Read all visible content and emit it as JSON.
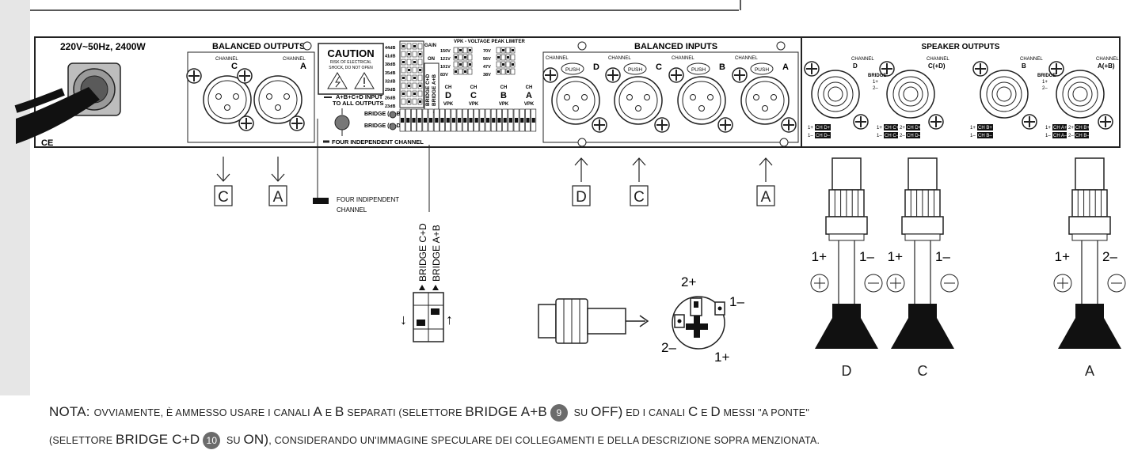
{
  "panel": {
    "power_label": "220V~50Hz, 2400W",
    "balanced_outputs_title": "BALANCED OUTPUTS",
    "channel_word": "CHANNEL",
    "out_channels": [
      "C",
      "A"
    ],
    "caution_title": "CAUTION",
    "caution_line1": "RISK OF ELECTRICAL",
    "caution_line2": "SHOCK, DO NOT OPEN",
    "input_switch_line1": "A+B+C+D INPUT",
    "input_switch_line2": "TO ALL OUTPUTS",
    "four_independent": "FOUR INDEPENDENT CHANNEL",
    "gain_title": "GAIN",
    "gain_on": "ON",
    "gain_values": [
      "44dB",
      "41dB",
      "38dB",
      "35dB",
      "32dB",
      "29dB",
      "26dB",
      "23dB"
    ],
    "bridge_ab_label": "BRIDGE (A+B)",
    "bridge_cd_label": "BRIDGE (C+D)",
    "bridge_vertical_cd": "BRIDGE C+D",
    "bridge_vertical_ab": "BRIDGE A+B",
    "vpk_title": "VPK - VOLTAGE PEAK LIMITER",
    "vpk_left_values": [
      "150V",
      "121V",
      "101V",
      "83V"
    ],
    "vpk_right_values": [
      "70V",
      "56V",
      "47V",
      "38V"
    ],
    "vpk_channels": [
      "D",
      "C",
      "B",
      "A"
    ],
    "ch_word": "CH",
    "vpk_word": "VPK",
    "balanced_inputs_title": "BALANCED INPUTS",
    "in_channels": [
      "D",
      "C",
      "B",
      "A"
    ],
    "push_label": "PUSH",
    "speaker_outputs_title": "SPEAKER OUTPUTS",
    "speaker_channels": [
      "D",
      "C(+D)",
      "B",
      "A(+B)"
    ],
    "bridge_word": "BRIDGE",
    "bridge_pins": [
      "1+",
      "2–"
    ],
    "spk_left_labels": [
      {
        "a": "1+",
        "b": "CH D+",
        "c": "1–",
        "d": "CH D–"
      },
      {
        "a": "1+",
        "b": "CH B+",
        "c": "1–",
        "d": "CH B–"
      }
    ],
    "spk_right_labels": [
      {
        "a": "1+",
        "b": "CH C+",
        "c": "2+",
        "d": "CH D+",
        "e": "1–",
        "f": "CH C–",
        "g": "2–",
        "h": "CH D–"
      },
      {
        "a": "1+",
        "b": "CH A+",
        "c": "2+",
        "d": "CH B+",
        "e": "1–",
        "f": "CH A–",
        "g": "2–",
        "h": "CH B–"
      }
    ],
    "ce_mark": "CE"
  },
  "wiring": {
    "out_boxes": [
      "C",
      "A"
    ],
    "in_boxes": [
      "D",
      "C",
      "A"
    ],
    "switch_label_line1": "FOUR INDIPENDENT",
    "switch_label_line2": "CHANNEL",
    "bridge_cd": "BRIDGE C+D",
    "bridge_ab": "BRIDGE A+B",
    "speakon_pins": {
      "p2plus": "2+",
      "p1minus": "1–",
      "p2minus": "2–",
      "p1plus": "1+"
    },
    "speakers": [
      {
        "plus_label": "1+",
        "minus_label": "1–",
        "name": "D"
      },
      {
        "plus_label": "1+",
        "minus_label": "1–",
        "name": "C"
      },
      {
        "plus_label": "1+",
        "minus_label": "2–",
        "name": "A"
      }
    ]
  },
  "note": {
    "line1_a": "NOTA: ",
    "line1_b": "ovviamente, è ammesso usare i canali ",
    "line1_c": "A",
    "line1_d": " e ",
    "line1_e": "B",
    "line1_f": " separati (selettore ",
    "line1_g": "BRIDGE A+B",
    "badge1": "9",
    "line1_h": " su ",
    "line1_i": "OFF)",
    "line1_j": " ed i canali ",
    "line1_k": "C",
    "line1_l": " e ",
    "line1_m": "D",
    "line1_n": " messi ",
    "line1_o": "\"a ponte\"",
    "line2_a": "(selettore ",
    "line2_b": "BRIDGE C+D",
    "badge2": "10",
    "line2_c": " su ",
    "line2_d": "ON)",
    "line2_e": ", considerando un'immagine speculare dei collegamenti e della descrizione sopra menzionata."
  }
}
